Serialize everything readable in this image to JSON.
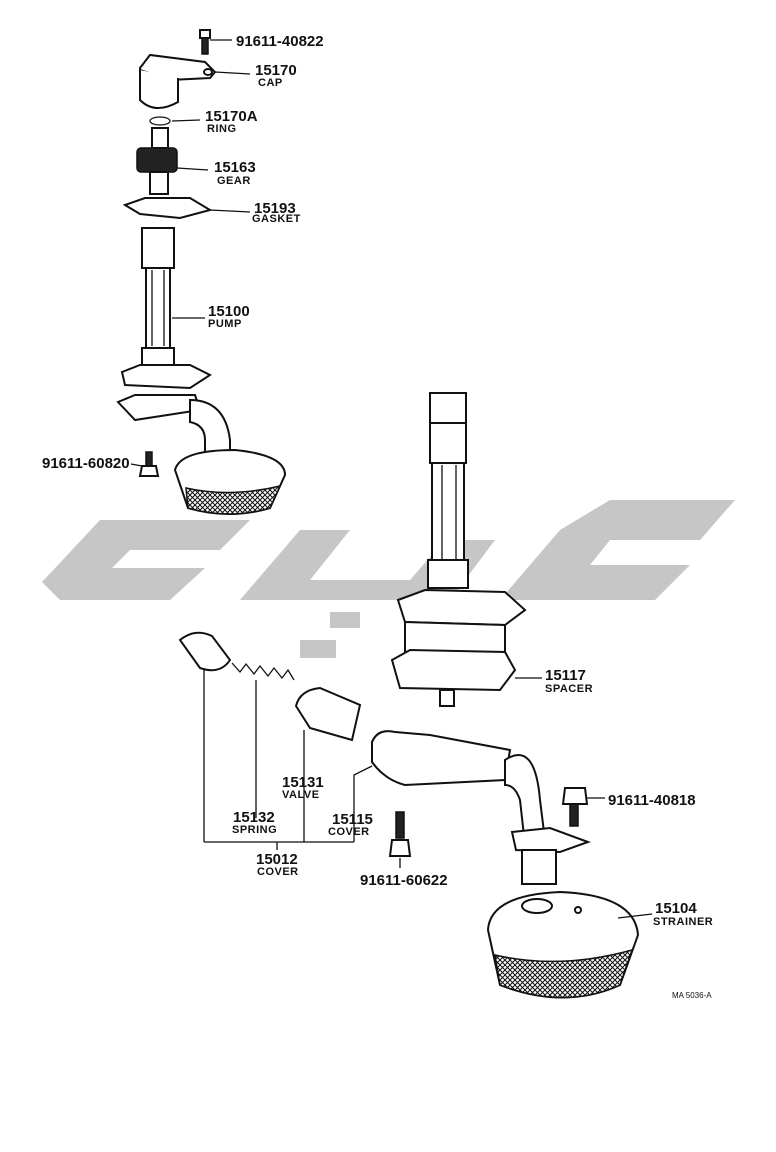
{
  "figure_ref": "MA 5036-A",
  "parts": {
    "bolt_91611_40822": {
      "number": "91611-40822",
      "name": ""
    },
    "cap": {
      "number": "15170",
      "name": "CAP"
    },
    "ring": {
      "number": "15170A",
      "name": "RING"
    },
    "gear": {
      "number": "15163",
      "name": "GEAR"
    },
    "gasket": {
      "number": "15193",
      "name": "GASKET"
    },
    "pump": {
      "number": "15100",
      "name": "PUMP"
    },
    "bolt_91611_60820": {
      "number": "91611-60820",
      "name": ""
    },
    "spacer": {
      "number": "15117",
      "name": "SPACER"
    },
    "valve": {
      "number": "15131",
      "name": "VALVE"
    },
    "spring": {
      "number": "15132",
      "name": "SPRING"
    },
    "cover_15115": {
      "number": "15115",
      "name": "COVER"
    },
    "cover_15012": {
      "number": "15012",
      "name": "COVER"
    },
    "bolt_91611_40818": {
      "number": "91611-40818",
      "name": ""
    },
    "bolt_91611_60622": {
      "number": "91611-60622",
      "name": ""
    },
    "strainer": {
      "number": "15104",
      "name": "STRAINER"
    }
  }
}
